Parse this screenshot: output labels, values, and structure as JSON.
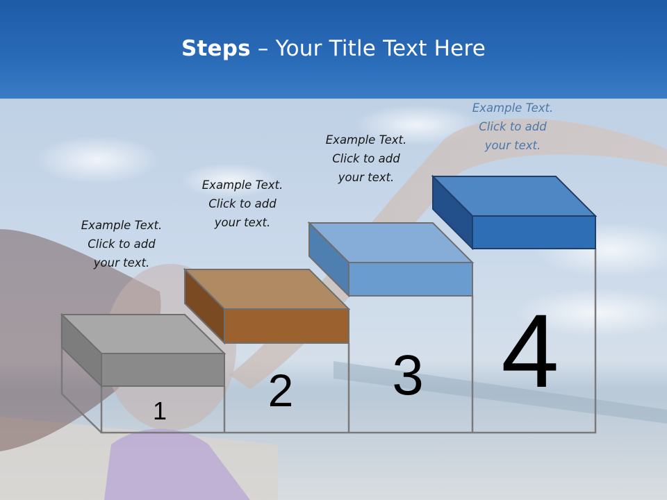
{
  "slide": {
    "title_bold": "Steps",
    "title_rest": " – Your Title Text Here"
  },
  "steps": [
    {
      "number": "1",
      "label_lines": [
        "Example Text.",
        "Click  to add",
        "your text."
      ],
      "color": "#8a8a8a"
    },
    {
      "number": "2",
      "label_lines": [
        "Example Text.",
        "Click  to add",
        "your text."
      ],
      "color": "#9b6230"
    },
    {
      "number": "3",
      "label_lines": [
        "Example Text.",
        "Click  to add",
        "your text."
      ],
      "color": "#6a9cd0"
    },
    {
      "number": "4",
      "label_lines": [
        "Example Text.",
        "Click  to add",
        "your text."
      ],
      "color": "#2e6eb4"
    }
  ],
  "colors": {
    "title_bar": "#2a6bb8",
    "title_text": "#ffffff"
  }
}
